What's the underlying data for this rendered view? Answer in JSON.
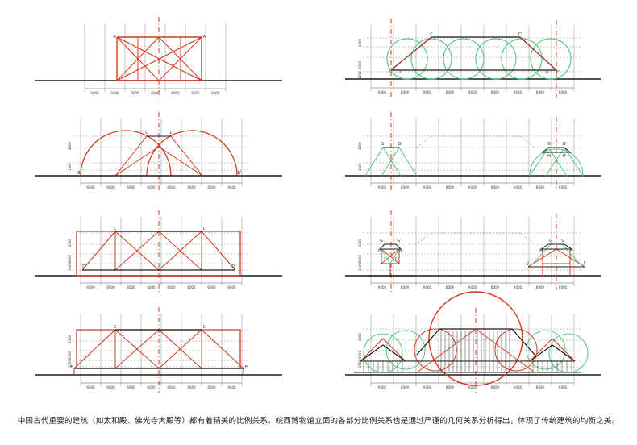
{
  "caption": "中国古代重要的建筑（如太和殿、佛光寺大殿等）都有着精美的比例关系。皖西博物馆立面的各部分比例关系也是通过严谨的几何关系分析得出，体现了传统建筑的均衡之美。",
  "colors": {
    "red": "#d23a1e",
    "green": "#5cc98a",
    "black": "#1a1a1a",
    "grid": "#8a8a8a"
  },
  "dim_labels": [
    "6000",
    "6000",
    "6000",
    "6000",
    "6000",
    "6000",
    "6000"
  ],
  "height_labels": [
    "4300",
    "6000",
    "1200",
    "1500"
  ],
  "panels": [
    {
      "id": "tl-1",
      "points": [
        "A",
        "A'"
      ]
    },
    {
      "id": "tr-1",
      "points": [
        "C",
        "C'",
        "D",
        "D'",
        "E",
        "E'"
      ]
    },
    {
      "id": "tl-2",
      "points": [
        "C",
        "C'",
        "B",
        "B'"
      ]
    },
    {
      "id": "tr-2",
      "points": [
        "G",
        "G'",
        "G",
        "G'",
        "H",
        "H'"
      ]
    },
    {
      "id": "tl-3",
      "points": [
        "C",
        "C'",
        "D",
        "D'"
      ]
    },
    {
      "id": "tr-3",
      "points": [
        "G",
        "G'",
        "H",
        "H'",
        "G",
        "G'",
        "H",
        "H'",
        "I",
        "I'",
        "J",
        "J'"
      ]
    },
    {
      "id": "tl-4",
      "points": [
        "C",
        "C'",
        "E",
        "E'"
      ]
    },
    {
      "id": "tr-4",
      "points": []
    }
  ]
}
